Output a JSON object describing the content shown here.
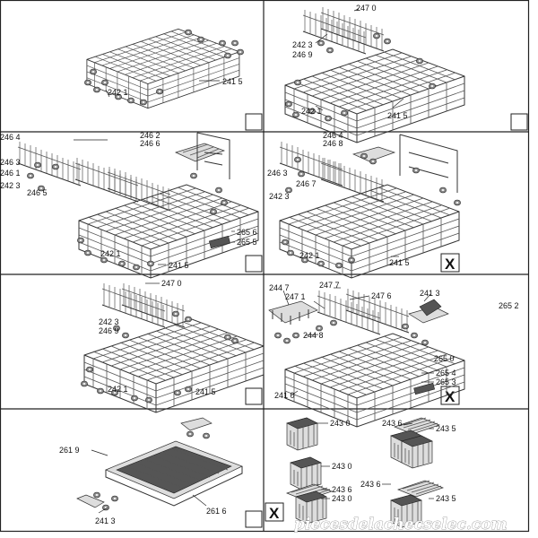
{
  "panels": [
    {
      "id": "p1",
      "labels": [
        "242 1",
        "241 5"
      ],
      "x_mark": false
    },
    {
      "id": "p2",
      "labels": [
        "247 0",
        "242 3",
        "246 9",
        "242 1",
        "241 5"
      ],
      "x_mark": false
    },
    {
      "id": "p3",
      "labels": [
        "246 4",
        "246 2",
        "246 6",
        "246 3",
        "246 1",
        "242 3",
        "246 5",
        "242 1",
        "241 5",
        "265 6",
        "265 5"
      ],
      "x_mark": false
    },
    {
      "id": "p4",
      "labels": [
        "246 4",
        "246 8",
        "246 3",
        "246 7",
        "242 3",
        "242 1",
        "241 5"
      ],
      "x_mark": true
    },
    {
      "id": "p5",
      "labels": [
        "247 0",
        "242 3",
        "246 9",
        "242 1",
        "241 5"
      ],
      "x_mark": false
    },
    {
      "id": "p6",
      "labels": [
        "244 7",
        "247 7",
        "247 1",
        "247 6",
        "241 3",
        "265 2",
        "244 8",
        "265 0",
        "265 4",
        "265 3",
        "241 0"
      ],
      "x_mark": true
    },
    {
      "id": "p7",
      "labels": [
        "261 9",
        "241 3",
        "261 6"
      ],
      "x_mark": false
    },
    {
      "id": "p8",
      "labels": [
        "243 0",
        "243 6",
        "243 5",
        "243 0",
        "243 6",
        "243 0",
        "243 6",
        "243 5"
      ],
      "x_mark": true
    }
  ],
  "x_mark_text": "X",
  "watermark": "piecesdelachecselec.com"
}
